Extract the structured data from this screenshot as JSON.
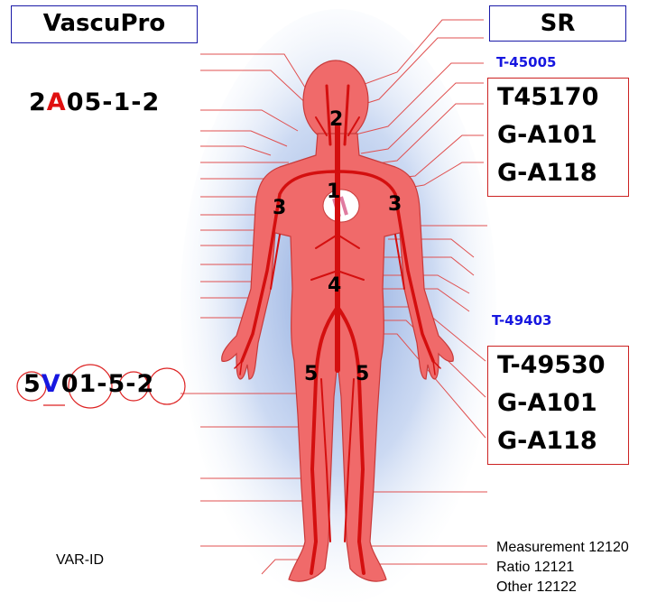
{
  "app_title": "VascuPro",
  "sr_title": "SR",
  "artery_code": {
    "prefix": "2",
    "highlight": "A",
    "suffix": "05-1-2"
  },
  "vein_code": {
    "part1": "5",
    "highlight": "V",
    "part2": "01",
    "part3": "-",
    "part4": "5",
    "part5": "-",
    "part6": "2"
  },
  "upper_group": {
    "header": "T-45005",
    "items": [
      "T45170",
      "G-A101",
      "G-A118"
    ]
  },
  "lower_group": {
    "header": "T-49403",
    "items": [
      "T-49530",
      "G-A101",
      "G-A118"
    ]
  },
  "regions": [
    "1",
    "2",
    "3",
    "3",
    "4",
    "5",
    "5"
  ],
  "var_id_label": "VAR-ID",
  "legend": [
    "Measurement 12120",
    "Ratio 12121",
    "Other 12122"
  ],
  "colors": {
    "body_fill": "#f06a6a",
    "vessel": "#d40f0f",
    "glow": "#7f9ed8",
    "box_border_blue": "#1a1aa8",
    "box_border_red": "#cc2222",
    "highlight_red": "#e01010",
    "highlight_blue": "#1717e0"
  }
}
